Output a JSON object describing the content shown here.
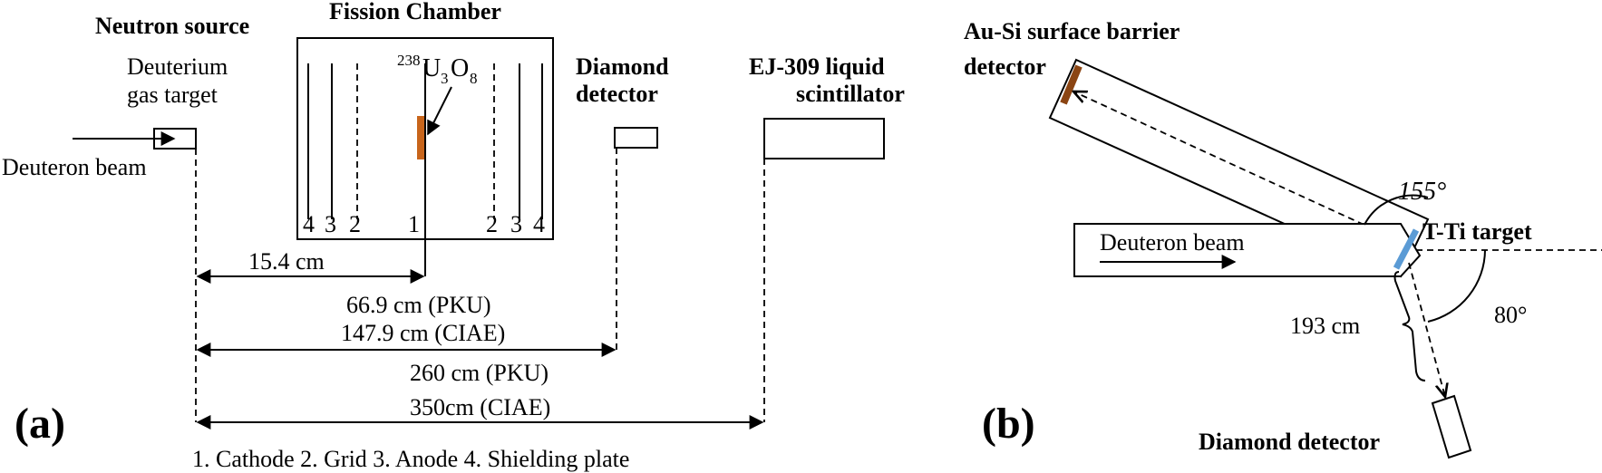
{
  "panel_a": {
    "panel_label": "(a)",
    "neutron_source_title": "Neutron source",
    "gas_target_line1": "Deuterium",
    "gas_target_line2": "gas target",
    "deuteron_beam": "Deuteron beam",
    "fission_chamber_title": "Fission Chamber",
    "sample_mass": "238",
    "sample_U": "U",
    "sample_sub1": "3",
    "sample_O": "O",
    "sample_sub2": "8",
    "electrodes_left": [
      "4",
      "3",
      "2",
      "1"
    ],
    "electrodes_right": [
      "2",
      "3",
      "4"
    ],
    "diamond_line1": "Diamond",
    "diamond_line2": "detector",
    "scint_line1": "EJ-309 liquid",
    "scint_line2": "scintillator",
    "dist_sample": "15.4 cm",
    "dist_diamond_pku": "66.9 cm (PKU)",
    "dist_diamond_ciae": "147.9 cm (CIAE)",
    "dist_scint_pku": "260 cm (PKU)",
    "dist_scint_ciae": "350cm (CIAE)",
    "legend": "1. Cathode 2. Grid 3. Anode 4. Shielding plate",
    "colors": {
      "sample": "#c8651b"
    }
  },
  "panel_b": {
    "panel_label": "(b)",
    "ausi_line1": "Au-Si surface barrier",
    "ausi_line2": "detector",
    "angle_back": "155°",
    "target_label": "T-Ti target",
    "deuteron_beam": "Deuteron beam",
    "angle_down": "80°",
    "distance": "193 cm",
    "diamond_label": "Diamond detector",
    "colors": {
      "ausi": "#8b4513",
      "target": "#5b9bd5"
    }
  }
}
